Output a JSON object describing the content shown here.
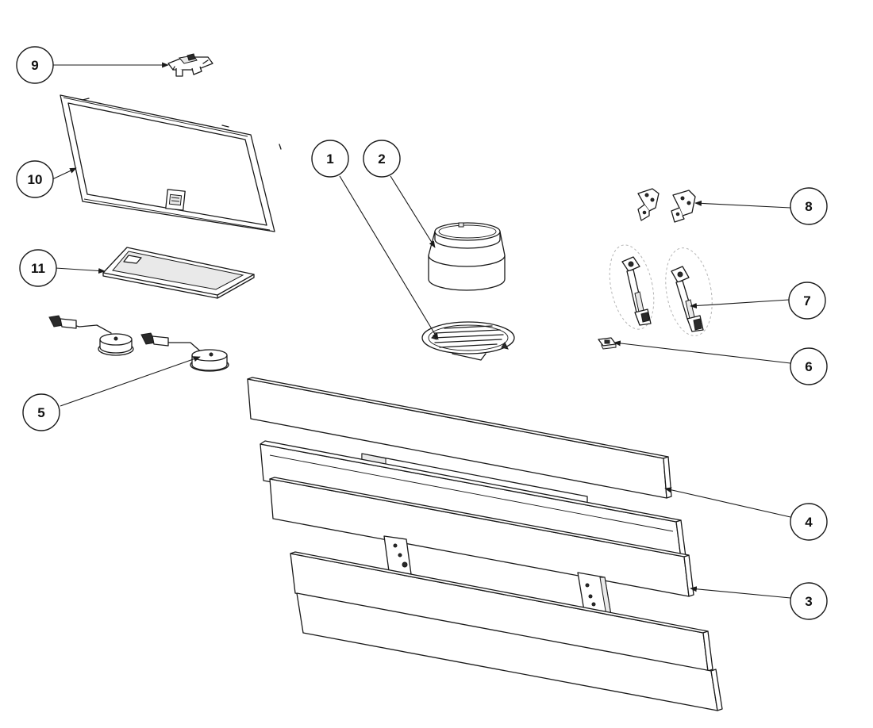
{
  "diagram": {
    "callouts": [
      "1",
      "2",
      "3",
      "4",
      "5",
      "6",
      "7",
      "8",
      "9",
      "10",
      "11"
    ],
    "panel_mark": "11"
  }
}
